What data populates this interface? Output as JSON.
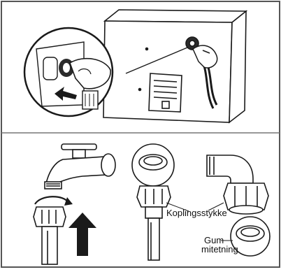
{
  "labels": {
    "coupling": "Koplingsstykke",
    "rubber_line1": "Gum",
    "rubber_line2": "mitetning"
  },
  "colors": {
    "frame": "#555555",
    "line": "#1a1a1a",
    "fill_light": "#ffffff",
    "fill_dark": "#2b2b2b",
    "shade": "#9a9a9a"
  },
  "icons": [
    "machine-icon",
    "hand-icon",
    "tap-icon",
    "arrow-up-icon",
    "arrow-curved-icon",
    "washer-ring-icon",
    "hose-connector-icon"
  ]
}
